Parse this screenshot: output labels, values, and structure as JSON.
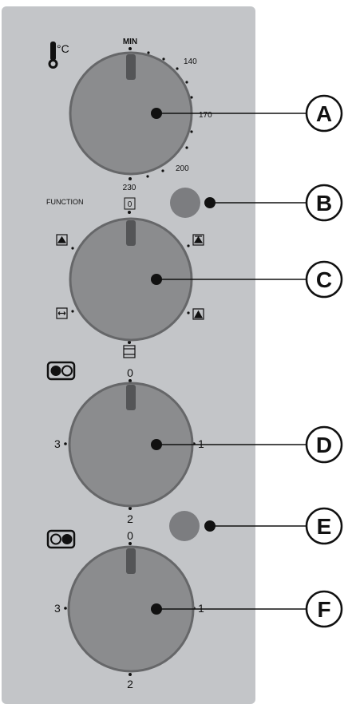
{
  "colors": {
    "panel": "#c3c5c8",
    "knob_fill": "#8b8c8e",
    "knob_ring": "#666769",
    "pointer": "#545557",
    "lamp": "#7c7d80",
    "ink": "#111111"
  },
  "thermostat": {
    "unit": "°C",
    "scale": [
      "MIN",
      "140",
      "170",
      "200",
      "230"
    ]
  },
  "function_label": "FUNCTION",
  "function_positions": [
    "0"
  ],
  "hotplate_scale": [
    "0",
    "1",
    "2",
    "3"
  ],
  "callouts": [
    "A",
    "B",
    "C",
    "D",
    "E",
    "F"
  ]
}
